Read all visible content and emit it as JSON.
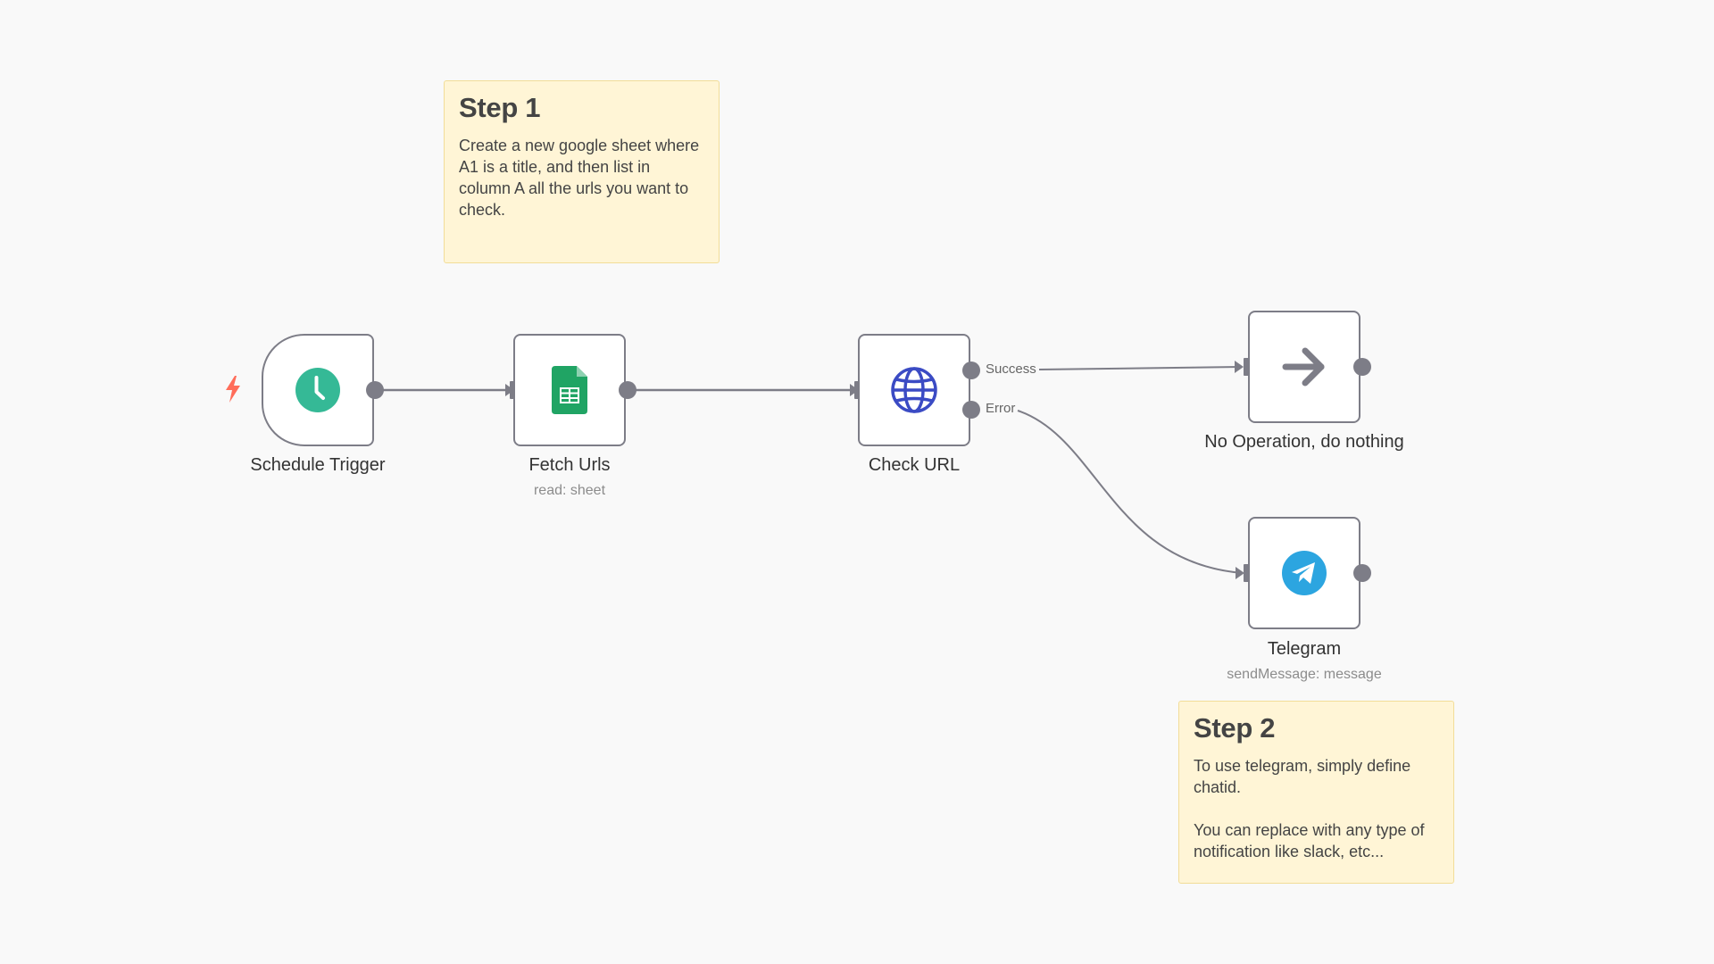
{
  "stickies": {
    "step1": {
      "title": "Step 1",
      "body": "Create a new google sheet where A1 is a title, and then list in column A all the urls you want to check."
    },
    "step2": {
      "title": "Step 2",
      "body1": "To use telegram, simply define chatid.",
      "body2": "You can replace with any type of notification like slack, etc..."
    }
  },
  "nodes": {
    "schedule_trigger": {
      "label": "Schedule Trigger",
      "icon": "clock-icon",
      "color": "#35b996"
    },
    "fetch_urls": {
      "label": "Fetch Urls",
      "subtitle": "read: sheet",
      "icon": "google-sheets-icon",
      "color": "#20a464"
    },
    "check_url": {
      "label": "Check URL",
      "icon": "globe-icon",
      "color": "#3b4bc4"
    },
    "no_op": {
      "label": "No Operation, do nothing",
      "icon": "arrow-right-icon",
      "color": "#7d7d87"
    },
    "telegram": {
      "label": "Telegram",
      "subtitle": "sendMessage: message",
      "icon": "telegram-icon",
      "color": "#2ca5e0"
    }
  },
  "branches": {
    "success": "Success",
    "error": "Error"
  },
  "colors": {
    "trigger_bolt": "#ff6d5a",
    "edge": "#7d7d87",
    "sticky_bg": "#fff5d6"
  }
}
